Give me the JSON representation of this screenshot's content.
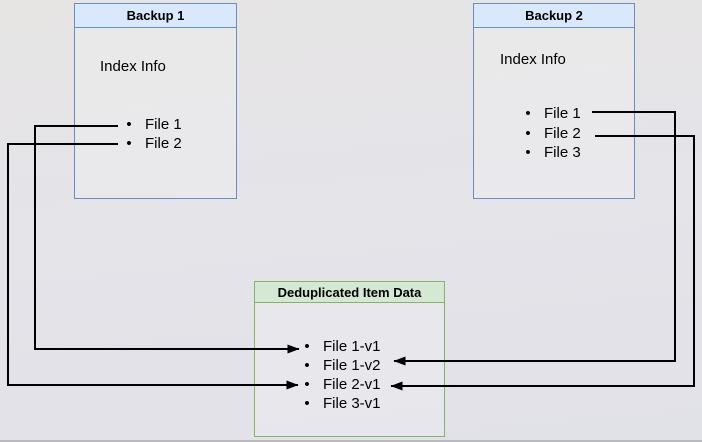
{
  "diagram": {
    "backup1": {
      "title": "Backup 1",
      "subtitle": "Index Info",
      "files": [
        "File 1",
        "File 2"
      ]
    },
    "backup2": {
      "title": "Backup 2",
      "subtitle": "Index Info",
      "files": [
        "File 1",
        "File 2",
        "File 3"
      ]
    },
    "dedup": {
      "title": "Deduplicated Item Data",
      "items": [
        "File 1-v1",
        "File 1-v2",
        "File 2-v1",
        "File 3-v1"
      ]
    },
    "bullet_glyph": "•",
    "connections": [
      {
        "from": "Backup 1 / File 1",
        "to": "File 1-v1",
        "route": "left"
      },
      {
        "from": "Backup 1 / File 2",
        "to": "File 2-v1",
        "route": "left"
      },
      {
        "from": "Backup 2 / File 1",
        "to": "File 1-v2",
        "route": "right"
      },
      {
        "from": "Backup 2 / File 2",
        "to": "File 2-v1",
        "route": "right"
      }
    ],
    "colors": {
      "blue_fill": "#dae8fc",
      "blue_border": "#6c8ebf",
      "green_fill": "#d5e8d4",
      "green_border": "#82b366",
      "arrow": "#000000",
      "text": "#000000",
      "background": "#e4e4e8"
    }
  }
}
